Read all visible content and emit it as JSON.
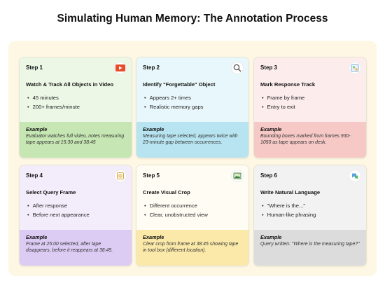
{
  "title": "Simulating Human Memory: The Annotation Process",
  "example_label": "Example",
  "steps": [
    {
      "step": "Step 1",
      "icon": "video-play-icon",
      "title": "Watch & Track All Objects in  Video",
      "bullets": [
        "45 minutes",
        "200+ frames/minute"
      ],
      "example": "Evaluator watches full video, notes measuring tape appears at 15:30 and 38:45",
      "top_color": "#ecf7e6",
      "bottom_color": "#c6e6b3"
    },
    {
      "step": "Step 2",
      "icon": "magnifier-icon",
      "title": "Identify \"Forgettable\" Object",
      "bullets": [
        "Appears 2+ times",
        "Realistic memory gaps"
      ],
      "example": "Measuring tape selected, appears twice with 23-minute gap between occurrences.",
      "top_color": "#e8f7fb",
      "bottom_color": "#b7e4f0"
    },
    {
      "step": "Step 3",
      "icon": "tracking-icon",
      "title": "Mark Response Track",
      "bullets": [
        "Frame by frame",
        "Entry to exit"
      ],
      "example": "Bounding boxes marked from frames 930-1050 as tape appears on desk.",
      "top_color": "#fcecec",
      "bottom_color": "#f6c9c6"
    },
    {
      "step": "Step 4",
      "icon": "target-frame-icon",
      "title": "Select Query Frame",
      "bullets": [
        "After response",
        "Before next appearance"
      ],
      "example": "Frame at 25:00 selected, after tape disappears, before it reappears at 38:45.",
      "top_color": "#f3edfb",
      "bottom_color": "#dccbf3"
    },
    {
      "step": "Step 5",
      "icon": "crop-image-icon",
      "title": "Create Visual Crop",
      "bullets": [
        "Different occurrence",
        "Clear, unobstructed view"
      ],
      "example": "Clear crop from frame at 38:45 showing tape in tool box (different location).",
      "top_color": "#fffdf3",
      "bottom_color": "#fbe9a9"
    },
    {
      "step": "Step 6",
      "icon": "language-icon",
      "title": "Write Natural Language",
      "bullets": [
        "\"Where is the...\"",
        "Human-like phrasing"
      ],
      "example": "Query written: \"Where is the measuring tape?\"",
      "top_color": "#f2f2f2",
      "bottom_color": "#dcdcdc"
    }
  ]
}
